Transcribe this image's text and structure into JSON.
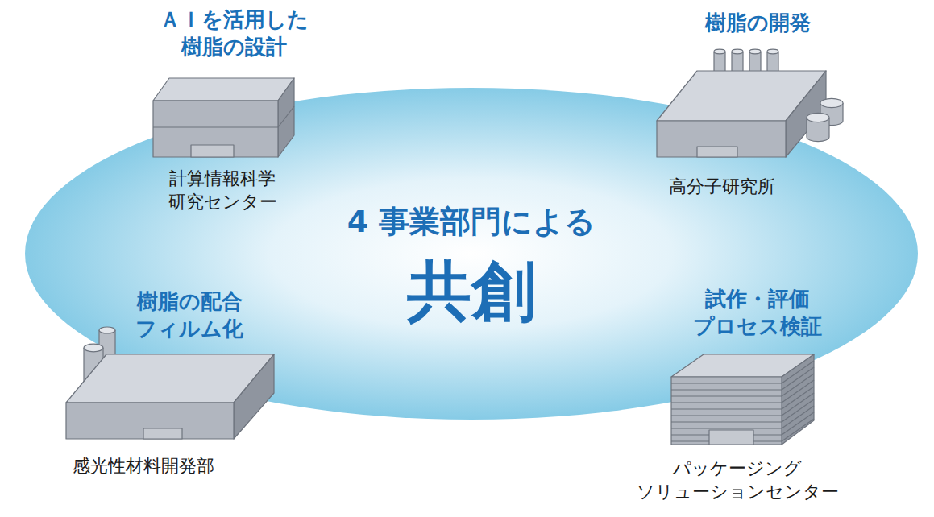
{
  "diagram": {
    "nodes": [
      {
        "text": [
          "ＡＩを活用した 樹脂の設計",
          "計算情報科学 研究センター"
        ]
      },
      {
        "text": [
          "樹脂の開発",
          "高分子研究所"
        ]
      },
      {
        "text": [
          "4 事業部門による",
          "共創"
        ]
      },
      {
        "text": [
          "樹脂の配合 フィルム化",
          "感光性材料開発部"
        ]
      },
      {
        "text": [
          "試作・評価 プロセス検証",
          "パッケージング ソリューションセンター"
        ]
      }
    ]
  }
}
